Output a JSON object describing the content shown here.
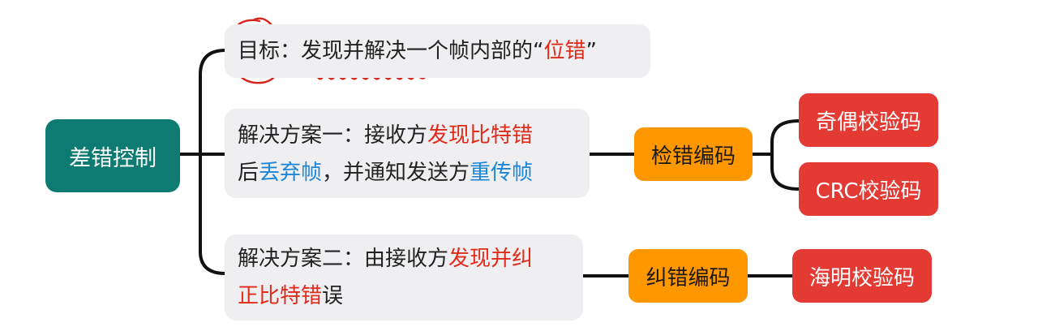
{
  "root": {
    "label": "差错控制"
  },
  "goal": {
    "prefix": "目标",
    "colon": "：",
    "text_a": "发现并解决一个帧内部的",
    "q_open": "“",
    "text_red": "位错",
    "q_close": "”"
  },
  "solution1": {
    "l1_a": "解决方案一：接收方",
    "l1_red": "发现比特错",
    "l2_a": "后",
    "l2_blue1": "丢弃帧",
    "l2_b": "，并通知发送方",
    "l2_blue2": "重传帧"
  },
  "solution2": {
    "l1_a": "解决方案二：由接收方",
    "l1_red": "发现并纠",
    "l2_red": "正比特错",
    "l2_b": "误"
  },
  "detect": {
    "label": "检错编码",
    "children": [
      "奇偶校验码",
      "CRC校验码"
    ]
  },
  "correct": {
    "label": "纠错编码",
    "children": [
      "海明校验码"
    ]
  },
  "colors": {
    "root": "#0e7b72",
    "orange": "#ff9800",
    "red_box": "#e33a34",
    "red_text": "#e02a1a",
    "blue_text": "#1b86d6",
    "panel": "#efeff1",
    "annotation": "#d8231a"
  }
}
